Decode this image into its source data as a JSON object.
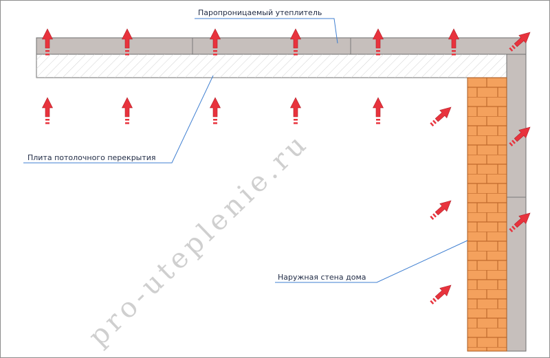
{
  "labels": {
    "insulation": "Паропроницаемый утеплитель",
    "slab": "Плита потолочного перекрытия",
    "wall": "Наружная стена дома"
  },
  "watermark": "pro-uteplenie.ru",
  "colors": {
    "arrow": "#e8333d",
    "insulation": "#c6bfbc",
    "brick": "#f4a15d",
    "leader": "#3f7fd1"
  },
  "icons": {
    "arrow": "vapor-flow-arrow"
  }
}
